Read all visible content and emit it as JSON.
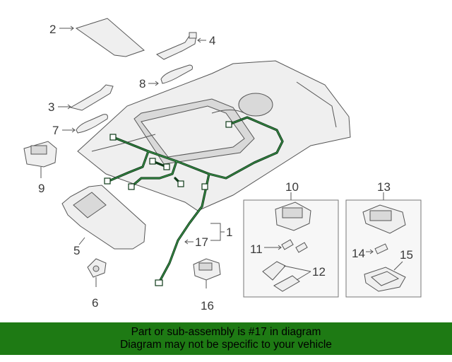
{
  "callouts": {
    "c1": "1",
    "c2": "2",
    "c3": "3",
    "c4": "4",
    "c5": "5",
    "c6": "6",
    "c7": "7",
    "c8": "8",
    "c9": "9",
    "c10": "10",
    "c11": "11",
    "c12": "12",
    "c13": "13",
    "c14": "14",
    "c15": "15",
    "c16": "16",
    "c17": "17"
  },
  "banner": {
    "line1": "Part or sub-assembly is #17 in diagram",
    "line2": "Diagram may not be specific to your vehicle"
  },
  "colors": {
    "banner_bg": "#1e7a14",
    "harness": "#0e3a18"
  }
}
